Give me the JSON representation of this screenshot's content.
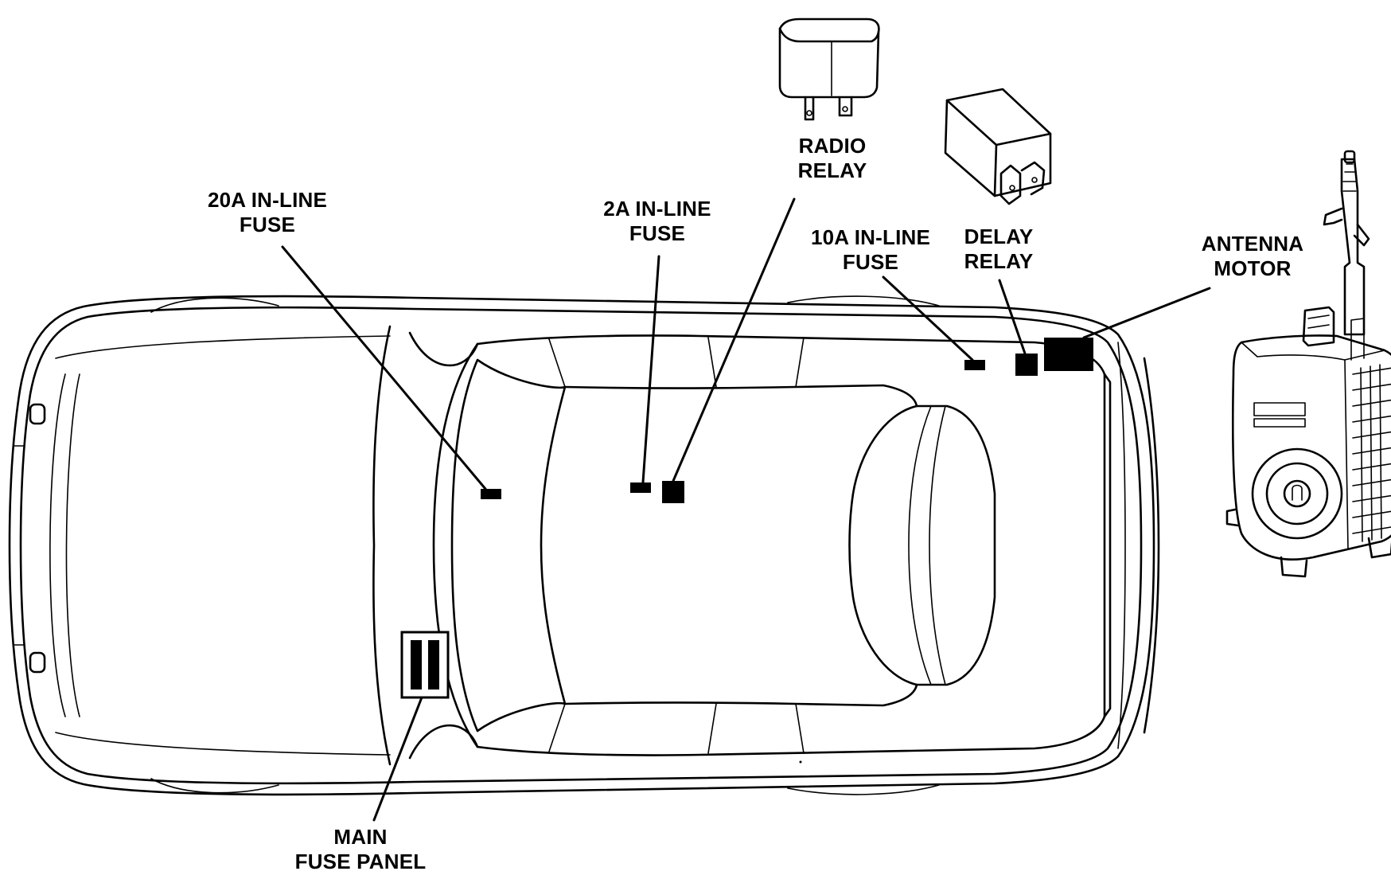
{
  "labels": {
    "fuse_20a": [
      "20A IN-LINE",
      "FUSE"
    ],
    "fuse_2a": [
      "2A IN-LINE",
      "FUSE"
    ],
    "radio_relay": [
      "RADIO",
      "RELAY"
    ],
    "fuse_10a": [
      "10A IN-LINE",
      "FUSE"
    ],
    "delay_relay": [
      "DELAY",
      "RELAY"
    ],
    "antenna_motor": [
      "ANTENNA",
      "MOTOR"
    ],
    "main_fuse_panel": [
      "MAIN",
      "FUSE PANEL"
    ]
  }
}
